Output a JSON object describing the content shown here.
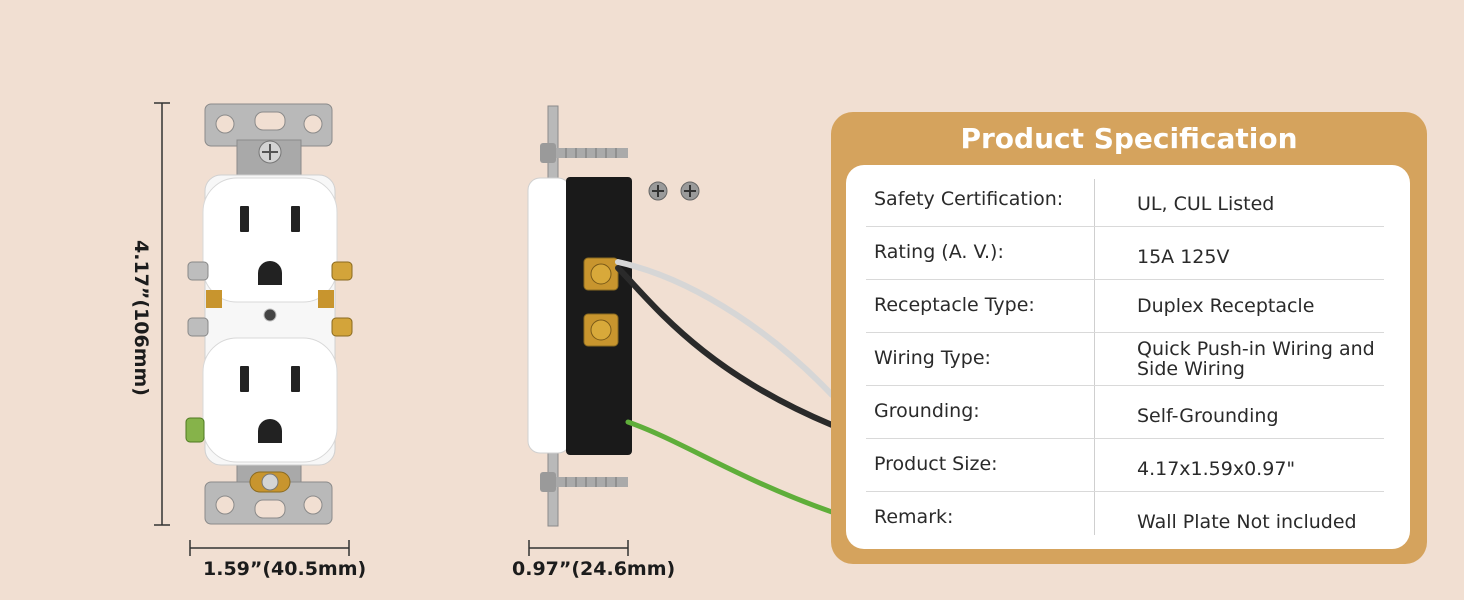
{
  "dimensions": {
    "height": "4.17”(106mm)",
    "width": "1.59”(40.5mm)",
    "depth": "0.97”(24.6mm)"
  },
  "spec": {
    "title": "Product Specification",
    "rows": [
      {
        "label": "Safety Certification:",
        "value": "UL, CUL Listed"
      },
      {
        "label": "Rating (A. V.):",
        "value": "15A 125V"
      },
      {
        "label": "Receptacle Type:",
        "value": "Duplex Receptacle"
      },
      {
        "label": "Wiring Type:",
        "value": "Quick Push-in Wiring and Side Wiring"
      },
      {
        "label": "Grounding:",
        "value": "Self-Grounding"
      },
      {
        "label": "Product Size:",
        "value": "4.17x1.59x0.97\""
      },
      {
        "label": "Remark:",
        "value": "Wall Plate Not included"
      }
    ]
  },
  "colors": {
    "background": "#f1dfd2",
    "panel": "#d5a35d",
    "card": "#ffffff",
    "wire_green": "#5fae3a",
    "wire_black": "#2a2a2a",
    "wire_white": "#d6d6d6",
    "brass": "#c8952e"
  },
  "icons": [
    "outlet-front-illustration",
    "outlet-side-illustration",
    "screw-icon"
  ]
}
